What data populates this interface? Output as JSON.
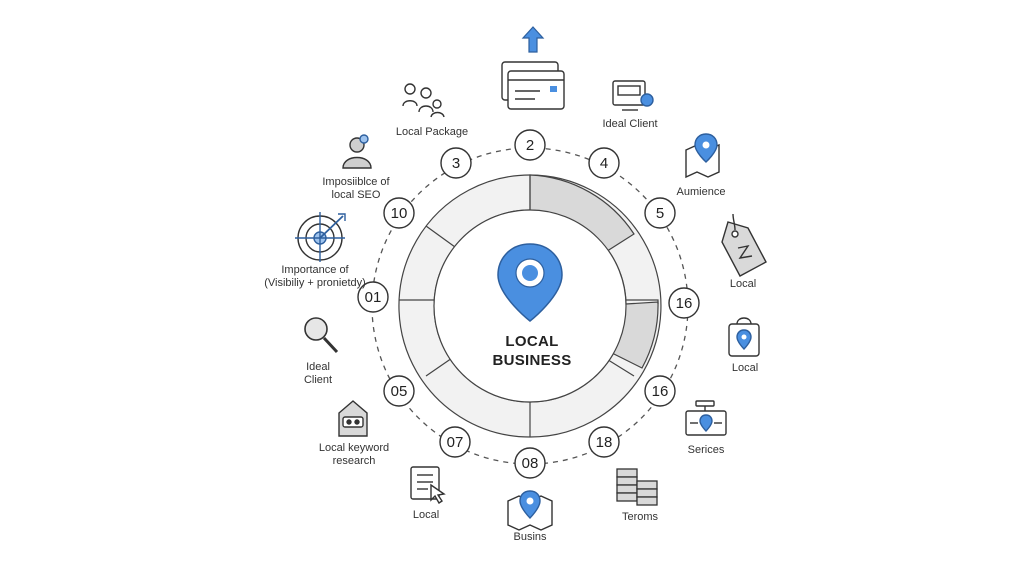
{
  "center": {
    "title_line1": "LOCAL",
    "title_line2": "BUSINESS",
    "pin_color": "#4a8fe0"
  },
  "colors": {
    "accent": "#4a8fe0",
    "ring_fill": "#f1f1f1",
    "ring_dark": "#dcdcdc",
    "stroke": "#333333"
  },
  "nodes": [
    "2",
    "4",
    "5",
    "16",
    "16",
    "18",
    "08",
    "07",
    "05",
    "01",
    "10",
    "3"
  ],
  "labels": {
    "top_icon": "",
    "ideal_client_top": "Ideal Client",
    "local_package": "Local Package",
    "aumience": "Aumience",
    "impossible_line1": "Imposiiblce of",
    "impossible_line2": "local SEO",
    "importance_line1": "Importance of",
    "importance_line2": "(Visibiliy + pronietdy)",
    "local_tag": "Local",
    "ideal_client_left_line1": "Ideal",
    "ideal_client_left_line2": "Client",
    "local_bag": "Local",
    "local_keyword_line1": "Local keyword",
    "local_keyword_line2": "research",
    "sevices": "Serices",
    "local_doc": "Local",
    "business_map": "Busins",
    "teroms": "Teroms"
  },
  "icons": [
    "upload-arrow-icon",
    "cards-icon",
    "people-group-icon",
    "monitor-badge-icon",
    "user-icon",
    "map-pin-icon",
    "target-icon",
    "price-tag-icon",
    "magnifier-icon",
    "bag-pin-icon",
    "house-robot-icon",
    "sign-pin-icon",
    "document-cursor-icon",
    "map-icon",
    "stack-icon"
  ]
}
